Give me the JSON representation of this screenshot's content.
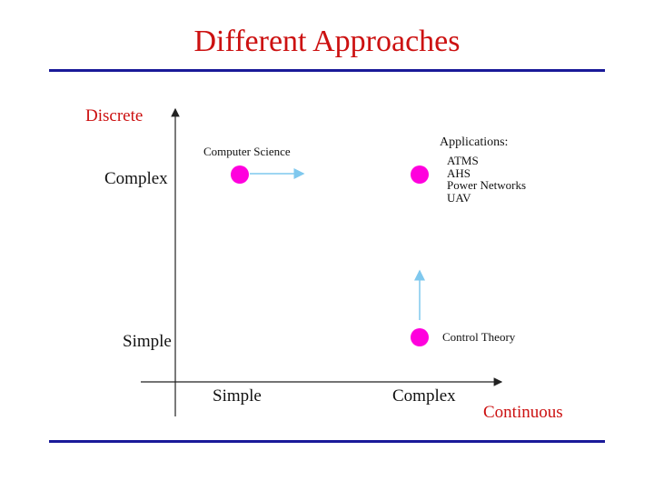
{
  "title": "Different Approaches",
  "colors": {
    "title": "#cc1111",
    "rule": "#1a1a99",
    "dot": "#ff00dd",
    "arrow": "#7fc8ee"
  },
  "axes": {
    "y_label": "Discrete",
    "x_label": "Continuous",
    "y_ticks": [
      "Complex",
      "Simple"
    ],
    "x_ticks": [
      "Simple",
      "Complex"
    ]
  },
  "points": {
    "computer_science": "Computer Science",
    "applications_heading": "Applications:",
    "applications": [
      "ATMS",
      "AHS",
      "Power Networks",
      "UAV"
    ],
    "control_theory": "Control Theory"
  }
}
